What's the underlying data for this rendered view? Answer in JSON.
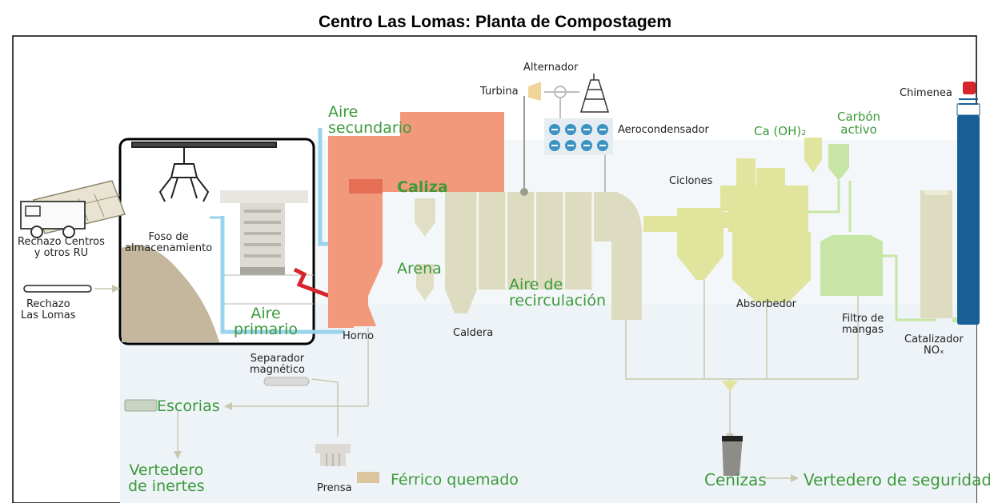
{
  "title": "Centro Las Lomas: Planta de Compostagem",
  "colors": {
    "waste_blue": "#9ad3ec",
    "combustion": "#f2997b",
    "heat_red": "#d8242b",
    "boiler": "#dedcc0",
    "gas_cleaning": "#e0e49c",
    "filter_green": "#c7e6a5",
    "stack_blue": "#175f96",
    "label_green": "#3c9a3a",
    "line_grey": "#c9c8ad",
    "background": "#edf2f8"
  },
  "labels": {
    "rechazo_centros": "Rechazo Centros\ny otros RU",
    "rechazo_lomas": "Rechazo\nLas Lomas",
    "foso": "Foso de\nalmacenamiento",
    "aire_secundario": "Aire\nsecundario",
    "aire_primario": "Aire\nprimario",
    "caliza": "Caliza",
    "arena": "Arena",
    "horno": "Horno",
    "caldera": "Caldera",
    "aire_recirculacion": "Aire de\nrecirculación",
    "turbina": "Turbina",
    "alternador": "Alternador",
    "aerocondensador": "Aerocondensador",
    "ca_oh2": "Ca (OH)₂",
    "carbon_activo": "Carbón\nactivo",
    "ciclones": "Ciclones",
    "absorbedor": "Absorbedor",
    "filtro": "Filtro de\nmangas",
    "chimenea": "Chimenea",
    "catalizador": "Catalizador\nNOₓ",
    "separador": "Separador\nmagnético",
    "escorias": "Escorias",
    "vertedero_inertes": "Vertedero\nde inertes",
    "prensa": "Prensa",
    "ferrico": "Férrico quemado",
    "cenizas": "Cenizas",
    "vertedero_seguridad": "Vertedero de seguridad"
  },
  "icons": {
    "truck": "garbage-truck-icon",
    "crane": "crane-grab-icon",
    "fans": "condenser-fan-icon",
    "tower": "transmission-tower-icon",
    "bag": "ash-bag-icon"
  }
}
